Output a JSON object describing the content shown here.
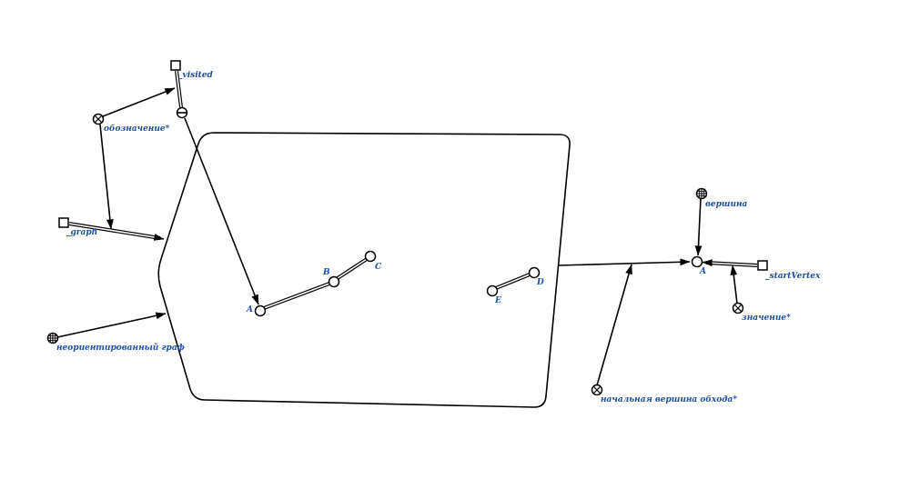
{
  "diagram": {
    "labels": {
      "visited": "_visited",
      "oboznachenie": "обозначение*",
      "graph": "_graph",
      "undirected_graph": "неориентированный граф",
      "vertex_a_inner": "A",
      "vertex_b": "B",
      "vertex_c": "C",
      "vertex_d": "D",
      "vertex_e": "E",
      "vershina": "вершина",
      "vertex_a_right": "A",
      "start_vertex": "_startVertex",
      "znachenie": "значение*",
      "start_vertex_of_traversal": "начальная вершина обхода*"
    },
    "node_types": {
      "visited": "variable-square",
      "oboznachenie": "role-relation-crossed-circle",
      "visited_set": "minus-circle",
      "graph": "variable-square",
      "undirected_graph": "class-grid-circle",
      "vershina": "class-grid-circle",
      "start_vertex": "variable-square",
      "znachenie": "role-relation-crossed-circle",
      "start_vertex_of_traversal": "role-relation-crossed-circle"
    },
    "colors": {
      "label": "#1f4fa0",
      "stroke": "#000000",
      "background": "#ffffff"
    }
  }
}
